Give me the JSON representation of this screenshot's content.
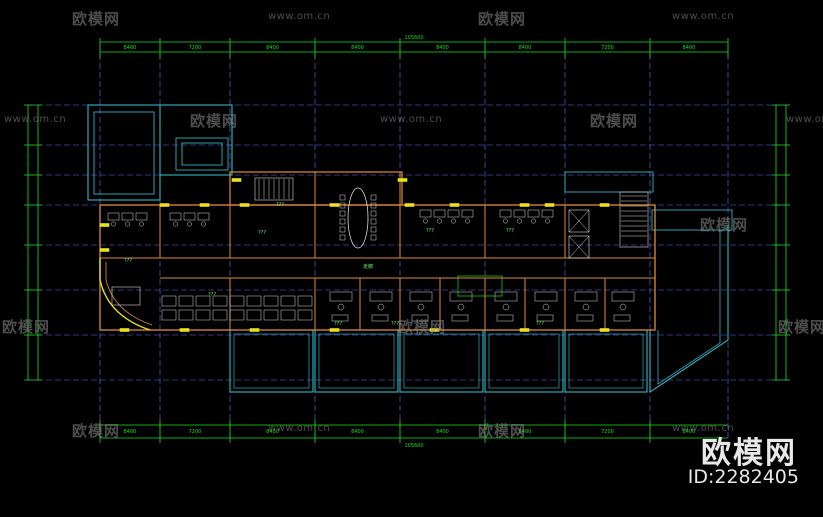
{
  "drawing": {
    "background": "#000000",
    "colors": {
      "grid": "#6a6aff",
      "dimension": "#18e018",
      "wall": "#e08a3c",
      "outline": "#35c8d8",
      "furniture": "#d8d8d8",
      "label": "#6af060",
      "door": "#e8e020"
    },
    "dimensions_top": [
      "8400",
      "7200",
      "8400",
      "8400",
      "8400",
      "8400",
      "7200"
    ],
    "dimension_total": "105600",
    "corridor_label": "走廊",
    "room_tag": "???"
  },
  "watermarks": {
    "brand": "欧模网",
    "site": "www.om.cn"
  },
  "corner": {
    "brand": "欧模网",
    "id": "ID:2282405"
  }
}
